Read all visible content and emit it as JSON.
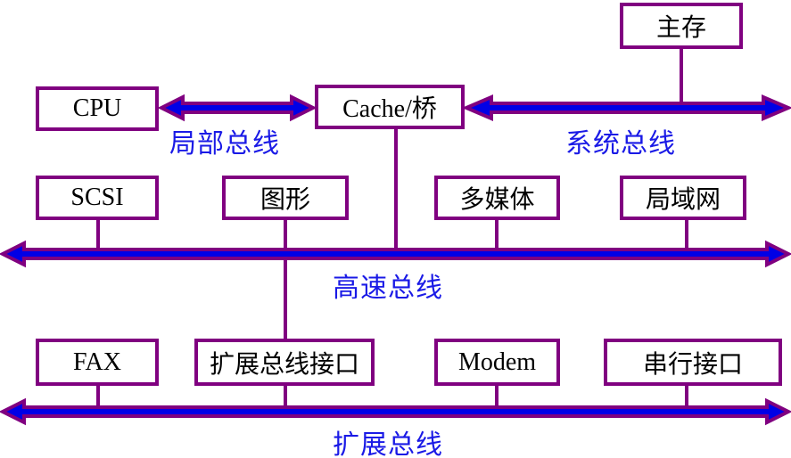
{
  "diagram": {
    "title": "",
    "colors": {
      "box_border": "#800080",
      "bus_outline": "#800080",
      "bus_fill": "#0000e6",
      "bus_label": "#1a1ae6",
      "connector": "#800080",
      "box_text": "#000000"
    },
    "nodes": {
      "cpu": "CPU",
      "cache_bridge": "Cache/桥",
      "main_memory": "主存",
      "scsi": "SCSI",
      "graphics": "图形",
      "multimedia": "多媒体",
      "lan": "局域网",
      "fax": "FAX",
      "expansion_bus_interface": "扩展总线接口",
      "modem": "Modem",
      "serial_interface": "串行接口"
    },
    "buses": {
      "local_bus": "局部总线",
      "system_bus": "系统总线",
      "high_speed_bus": "高速总线",
      "expansion_bus": "扩展总线"
    },
    "connections": [
      {
        "from": "CPU",
        "to": "Cache/桥",
        "via": "局部总线"
      },
      {
        "from": "Cache/桥",
        "to": "系统总线"
      },
      {
        "from": "主存",
        "to": "系统总线"
      },
      {
        "from": "Cache/桥",
        "to": "高速总线"
      },
      {
        "from": "SCSI",
        "to": "高速总线"
      },
      {
        "from": "图形",
        "to": "高速总线"
      },
      {
        "from": "多媒体",
        "to": "高速总线"
      },
      {
        "from": "局域网",
        "to": "高速总线"
      },
      {
        "from": "扩展总线接口",
        "to": "高速总线"
      },
      {
        "from": "FAX",
        "to": "扩展总线"
      },
      {
        "from": "扩展总线接口",
        "to": "扩展总线"
      },
      {
        "from": "Modem",
        "to": "扩展总线"
      },
      {
        "from": "串行接口",
        "to": "扩展总线"
      }
    ]
  }
}
